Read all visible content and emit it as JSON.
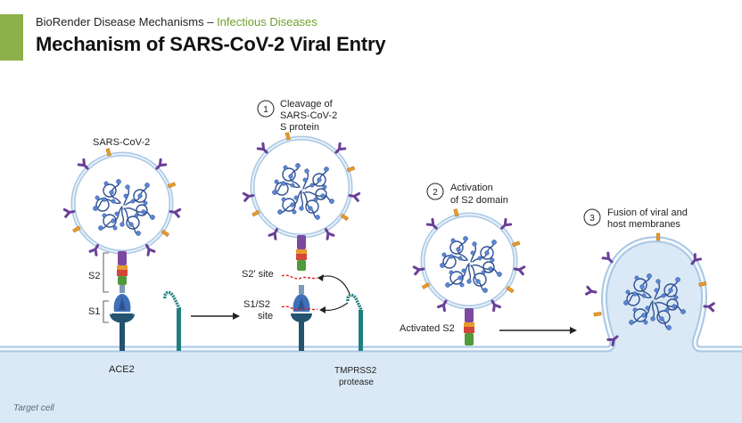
{
  "header": {
    "series": "BioRender Disease Mechanisms",
    "separator": " – ",
    "category": "Infectious Diseases",
    "title": "Mechanism of SARS-CoV-2 Viral Entry"
  },
  "labels": {
    "virus": "SARS-CoV-2",
    "s2": "S2",
    "s1": "S1",
    "ace2": "ACE2",
    "s2prime_site": "S2' site",
    "s1s2_line1": "S1/S2",
    "s1s2_line2": "site",
    "tmprss2_line1": "TMPRSS2",
    "tmprss2_line2": "protease",
    "activated_s2": "Activated S2",
    "target_cell": "Target cell"
  },
  "steps": [
    {
      "number": "1",
      "lines": [
        "Cleavage of",
        "SARS-CoV-2",
        "S protein"
      ]
    },
    {
      "number": "2",
      "lines": [
        "Activation",
        "of S2 domain"
      ]
    },
    {
      "number": "3",
      "lines": [
        "Fusion of viral and",
        "host membranes"
      ]
    }
  ],
  "colors": {
    "accent": "#8cb04a",
    "category": "#6fa12b",
    "membrane_fill": "#dbe9f6",
    "membrane_stroke": "#a9c7e4",
    "spike_purple": "#7b4aa0",
    "spike_orange": "#e89a2c",
    "spike_red": "#d4463a",
    "spike_green": "#4f9a3b",
    "rna": "#2e4f8f",
    "rna_bead": "#5a86d6",
    "ace2": "#23536e",
    "ace2_head": "#3f6fb7",
    "tmprss2": "#1f8080",
    "cleavage": "#e02020"
  }
}
